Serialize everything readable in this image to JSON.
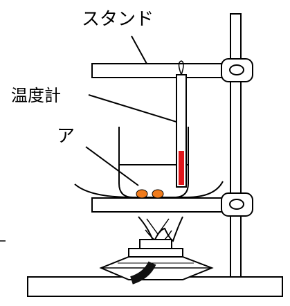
{
  "labels": {
    "stand": "スタンド",
    "thermometer": "温度計",
    "substance": "ア"
  },
  "colors": {
    "line": "#000000",
    "background": "#ffffff",
    "thermometer_liquid": "#e0161b",
    "beads": "#f07b1c",
    "hose": "#111111"
  },
  "icons": {
    "stand_clamp": "clamp-ring-icon",
    "burner_flame": "flame-icon"
  }
}
